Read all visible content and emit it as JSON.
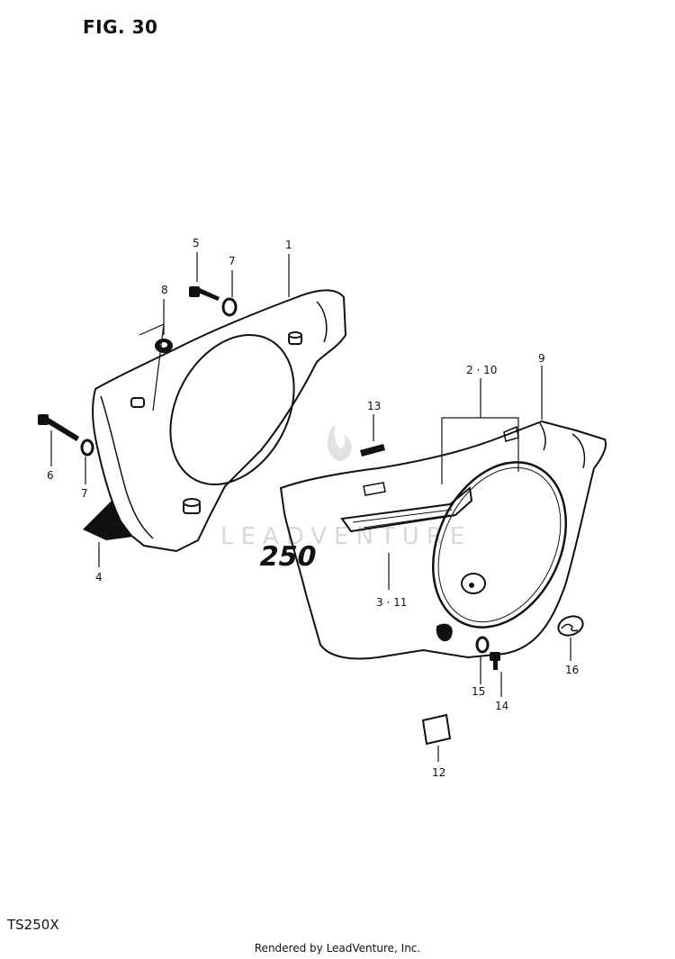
{
  "figure": {
    "title": "FIG. 30"
  },
  "model": "TS250X",
  "credit": "Rendered by LeadVenture, Inc.",
  "watermark": "LEADVENTURE",
  "emblem_text": "250",
  "callouts": {
    "c1": "1",
    "c2_10": "2 · 10",
    "c3_11": "3 · 11",
    "c4": "4",
    "c5": "5",
    "c6": "6",
    "c7a": "7",
    "c7b": "7",
    "c8": "8",
    "c9": "9",
    "c12": "12",
    "c13": "13",
    "c14": "14",
    "c15": "15",
    "c16": "16"
  }
}
